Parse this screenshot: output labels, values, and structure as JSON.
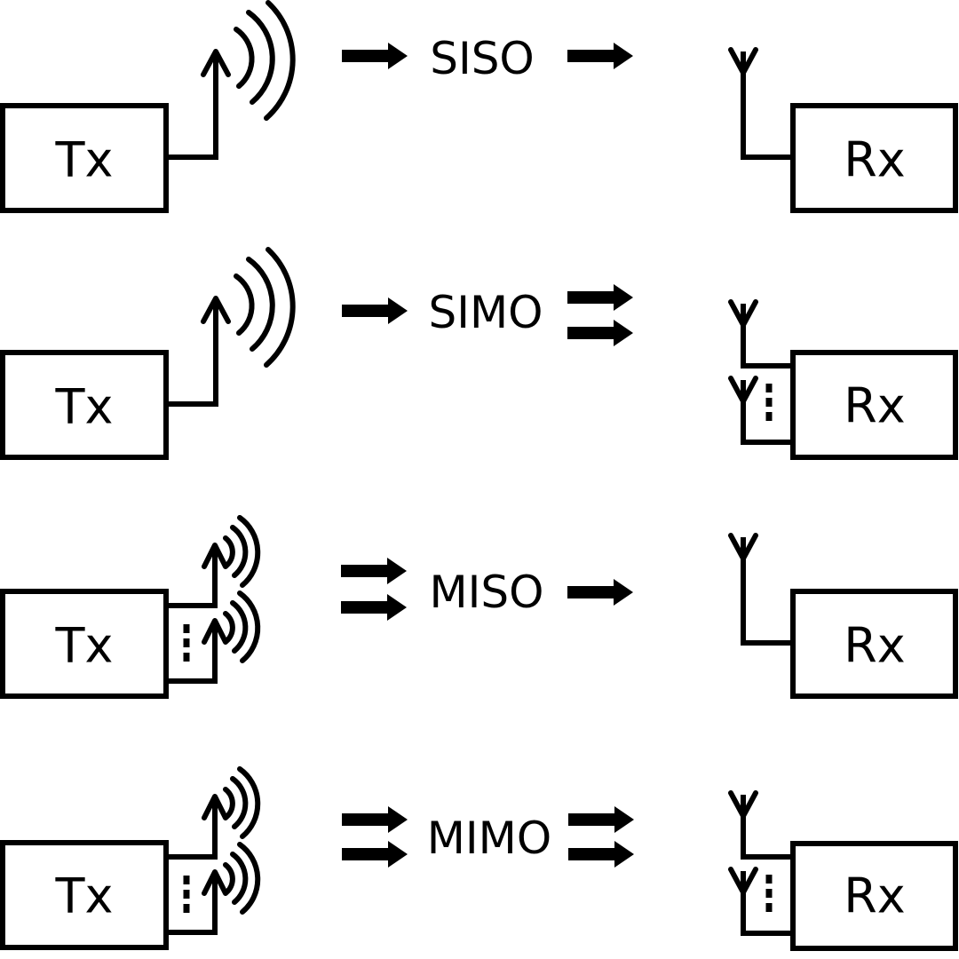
{
  "colors": {
    "foreground": "#000000",
    "background": "#ffffff"
  },
  "diagram": {
    "rows": [
      {
        "label": "SISO",
        "tx": {
          "label": "Tx",
          "antenna_count": 1
        },
        "rx": {
          "label": "Rx",
          "antenna_count": 1
        },
        "arrows_before_label": 1,
        "arrows_after_label": 1
      },
      {
        "label": "SIMO",
        "tx": {
          "label": "Tx",
          "antenna_count": 1
        },
        "rx": {
          "label": "Rx",
          "antenna_count": 2
        },
        "arrows_before_label": 1,
        "arrows_after_label": 2
      },
      {
        "label": "MISO",
        "tx": {
          "label": "Tx",
          "antenna_count": 2
        },
        "rx": {
          "label": "Rx",
          "antenna_count": 1
        },
        "arrows_before_label": 2,
        "arrows_after_label": 1
      },
      {
        "label": "MIMO",
        "tx": {
          "label": "Tx",
          "antenna_count": 2
        },
        "rx": {
          "label": "Rx",
          "antenna_count": 2
        },
        "arrows_before_label": 2,
        "arrows_after_label": 2
      }
    ]
  }
}
